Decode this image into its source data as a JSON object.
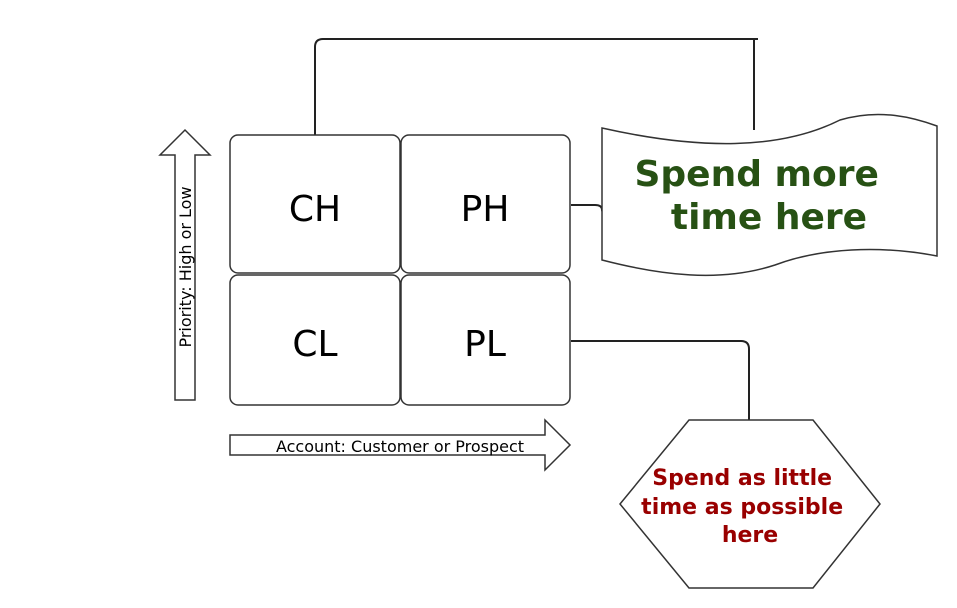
{
  "quadrants": {
    "top_left": "CH",
    "top_right": "PH",
    "bottom_left": "CL",
    "bottom_right": "PL"
  },
  "axes": {
    "vertical": "Priority: High or Low",
    "horizontal": "Account: Customer or Prospect"
  },
  "notes": {
    "more_time": [
      "Spend more",
      "time here"
    ],
    "little_time": [
      "Spend as little",
      "time as possible",
      "here"
    ]
  },
  "colors": {
    "more_time_text": "#275114",
    "little_time_text": "#990000"
  }
}
